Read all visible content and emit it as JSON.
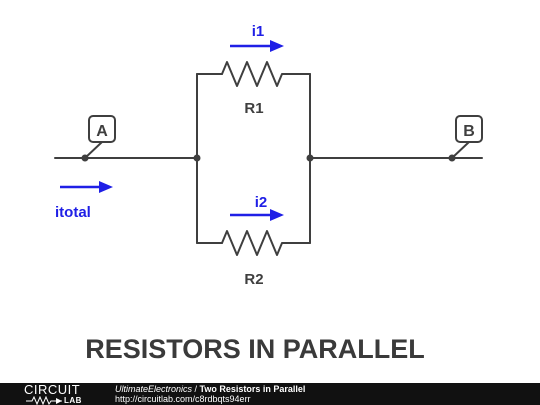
{
  "diagram": {
    "title": "RESISTORS IN PARALLEL",
    "node_a_label": "A",
    "node_b_label": "B",
    "r1_label": "R1",
    "r2_label": "R2",
    "i1_label": "i1",
    "i2_label": "i2",
    "itotal_label": "itotal",
    "colors": {
      "wire": "#3f3f3f",
      "current_arrow": "#1f1fe6",
      "title": "#3a3a3a"
    }
  },
  "footer": {
    "logo_top": "CIRCUIT",
    "logo_bottom": "LAB",
    "author": "UltimateElectronics",
    "separator": " / ",
    "circuit_title": "Two Resistors in Parallel",
    "url": "http://circuitlab.com/c8rdbqts94err"
  }
}
